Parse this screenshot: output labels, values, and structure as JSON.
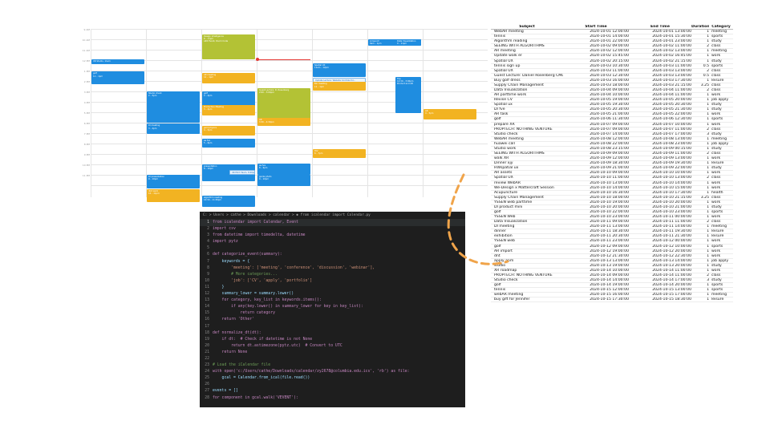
{
  "calendar": {
    "time_labels": [
      "9 AM",
      "10 AM",
      "11 AM",
      "12 PM",
      "1 PM",
      "2 PM",
      "3 PM",
      "4 PM",
      "5 PM",
      "6 PM",
      "7 PM",
      "8 PM",
      "9 PM",
      "10 PM",
      "11 PM"
    ],
    "events": [
      {
        "title": "Design Intelligence",
        "sub": "8 – 11pm",
        "sub2": "AIDI Event, Room Code",
        "color": "olive",
        "col": 2,
        "start": 0.5,
        "dur": 2.4
      },
      {
        "title": "XR Studio, 11am",
        "sub": "",
        "color": "blue",
        "col": 0,
        "start": 2.9,
        "dur": 0.5
      },
      {
        "title": "golf",
        "sub": "11 – 1pm",
        "color": "blue",
        "col": 0,
        "start": 4.1,
        "dur": 1.2
      },
      {
        "title": "AR meeting",
        "sub": "12 – 1pm",
        "color": "yellow",
        "col": 2,
        "start": 4.2,
        "dur": 1.0
      },
      {
        "title": "Spatial UX",
        "sub": "11am – 12pm",
        "color": "blue",
        "col": 4,
        "start": 3.3,
        "dur": 1.3
      },
      {
        "title": "Update Lecture: Website Controls for...",
        "sub": "",
        "color": "lightblue",
        "col": 4,
        "start": 4.7,
        "dur": 0.5
      },
      {
        "title": "Bio meeting",
        "sub": "12 – 1pm",
        "color": "yellow",
        "col": 4,
        "start": 5.1,
        "dur": 0.8
      },
      {
        "title": "Ai launch",
        "sub": "9am – 1pm",
        "color": "blue",
        "col": 5,
        "start": 1.0,
        "dur": 0.6
      },
      {
        "title": "Data Visualization",
        "sub": "9 – 11pm",
        "color": "blue",
        "col": 5,
        "start": 1.0,
        "dur": 0.6,
        "offset": 1
      },
      {
        "title": "Trip",
        "sub": "12:30 – 3:00pm",
        "sub2": "Product and AR",
        "color": "blue",
        "col": 5,
        "start": 4.6,
        "dur": 3.5,
        "offset": 1
      },
      {
        "title": "Studio check",
        "sub": "2 – 5pm",
        "color": "blue",
        "col": 1,
        "start": 6.0,
        "dur": 3.0
      },
      {
        "title": "golf",
        "sub": "2 – 4pm",
        "color": "blue",
        "col": 2,
        "start": 6.0,
        "dur": 2.0
      },
      {
        "title": "Guest Lecture: D. Rosenberg",
        "sub": "2:00 – 3:00pm",
        "color": "olive",
        "col": 3,
        "start": 5.7,
        "dur": 3.4
      },
      {
        "title": "Production Meeting",
        "sub": "3 – 4pm",
        "color": "yellow",
        "col": 2,
        "start": 7.3,
        "dur": 1.0
      },
      {
        "title": "AR",
        "sub": "3:30 – 4:30pm",
        "color": "yellow",
        "col": 3,
        "start": 8.5,
        "dur": 0.8
      },
      {
        "title": "AR",
        "sub": "4 – 5pm",
        "color": "yellow",
        "col": 6,
        "start": 7.7,
        "dur": 1.0
      },
      {
        "title": "DI meeting",
        "sub": "3 – 4pm",
        "color": "blue",
        "col": 1,
        "start": 9.1,
        "dur": 1.0
      },
      {
        "title": "gold physics",
        "sub": "4 – 5pm",
        "color": "yellow",
        "col": 2,
        "start": 9.3,
        "dur": 0.9
      },
      {
        "title": "ae fve",
        "sub": "5 – 6pm",
        "color": "blue",
        "col": 2,
        "start": 10.5,
        "dur": 0.9
      },
      {
        "title": "HIV",
        "sub": "6 – 7pm",
        "color": "yellow",
        "col": 4,
        "start": 11.5,
        "dur": 0.9
      },
      {
        "title": "presentation",
        "sub": "8 – 10pm",
        "color": "blue",
        "col": 2,
        "start": 13.0,
        "dur": 1.6
      },
      {
        "title": "XR Pitch Team, 8:00pm",
        "sub": "",
        "color": "lightblue",
        "col": 2,
        "start": 13.5,
        "dur": 0.5,
        "offset": 1
      },
      {
        "title": "ae fve",
        "sub": "8 – 9pm",
        "color": "blue",
        "col": 3,
        "start": 12.9,
        "dur": 1.1
      },
      {
        "title": "guide photo",
        "sub": "9 – 10pm",
        "color": "blue",
        "col": 3,
        "start": 14.0,
        "dur": 1.1
      },
      {
        "title": "DI presentation",
        "sub": "9 – 10pm",
        "color": "blue",
        "col": 1,
        "start": 14.0,
        "dur": 1.3
      },
      {
        "title": "dint work",
        "sub": "10 – 11pm",
        "color": "yellow",
        "col": 1,
        "start": 15.4,
        "dur": 1.2
      },
      {
        "title": "algorithm reading",
        "sub": "10:30 – 11:30pm",
        "color": "blue",
        "col": 2,
        "start": 16.0,
        "dur": 1.1
      }
    ]
  },
  "sheet": {
    "headers": [
      "Subject",
      "Start Time",
      "End Time",
      "Duration",
      "Category"
    ],
    "rows": [
      [
        "WebAR meeting",
        "2024-10-01 12:00:00",
        "2024-10-01 13:00:00",
        "1",
        "meeting"
      ],
      [
        "tennis",
        "2024-10-01 14:00:00",
        "2024-10-01 15:30:00",
        "1",
        "sports"
      ],
      [
        "Algorithm reading",
        "2024-10-01 22:00:00",
        "2024-10-01 23:00:00",
        "1",
        "study"
      ],
      [
        "SEEING WITH ALGORITHMS",
        "2024-10-02 09:00:00",
        "2024-10-02 11:00:00",
        "2",
        "class"
      ],
      [
        "AR meeting",
        "2024-10-02 12:00:00",
        "2024-10-02 13:00:00",
        "1",
        "meeting"
      ],
      [
        "Update walk er",
        "2024-10-02 15:45:00",
        "2024-10-02 16:45:00",
        "1",
        "work"
      ],
      [
        "Spatial UX",
        "2024-10-02 20:15:00",
        "2024-10-02 21:15:00",
        "1",
        "study"
      ],
      [
        "tennis sign up",
        "2024-10-03 10:30:00",
        "2024-10-03 11:00:00",
        "0.5",
        "sports"
      ],
      [
        "Spatial UX",
        "2024-10-03 11:00:00",
        "2024-10-03 13:00:00",
        "2",
        "class"
      ],
      [
        "Guest Lecture: Daniel Rosenberg CML",
        "2024-10-03 12:30:00",
        "2024-10-03 13:00:00",
        "0.5",
        "class"
      ],
      [
        "Buy golf dress",
        "2024-10-03 16:00:00",
        "2024-10-03 17:30:00",
        "1",
        "leisure"
      ],
      [
        "Supply Chain Management",
        "2024-10-03 18:00:00",
        "2024-10-03 21:15:00",
        "3.25",
        "class"
      ],
      [
        "Data Visualization",
        "2024-10-04 09:00:00",
        "2024-10-04 11:00:00",
        "2",
        "class"
      ],
      [
        "AR parttime work",
        "2024-10-04 10:00:00",
        "2024-10-04 11:00:00",
        "1",
        "work"
      ],
      [
        "Revise CV",
        "2024-10-05 19:00:00",
        "2024-10-05 20:00:00",
        "1",
        "job apply"
      ],
      [
        "Spatial ux",
        "2024-10-05 19:30:00",
        "2024-10-05 20:30:00",
        "1",
        "study"
      ],
      [
        "DI fve",
        "2024-10-05 20:30:00",
        "2024-10-05 21:30:00",
        "1",
        "study"
      ],
      [
        "AR task",
        "2024-10-05 21:00:00",
        "2024-10-05 22:00:00",
        "1",
        "work"
      ],
      [
        "golf",
        "2024-10-06 11:30:00",
        "2024-10-06 12:30:00",
        "1",
        "sports"
      ],
      [
        "prepare XR",
        "2024-10-07 09:00:00",
        "2024-10-07 10:00:00",
        "1",
        "work"
      ],
      [
        "PROPTECH: NOTHING VENTURE",
        "2024-10-07 09:00:00",
        "2024-10-07 11:00:00",
        "2",
        "class"
      ],
      [
        "Studio check",
        "2024-10-07 14:00:00",
        "2024-10-07 17:00:00",
        "3",
        "study"
      ],
      [
        "WebAR meeting",
        "2024-10-08 12:00:00",
        "2024-10-08 13:00:00",
        "1",
        "meeting"
      ],
      [
        "huawei call",
        "2024-10-08 22:00:00",
        "2024-10-08 23:00:00",
        "1",
        "job apply"
      ],
      [
        "Studio work",
        "2024-10-08 23:15:00",
        "2024-10-09 00:15:00",
        "1",
        "study"
      ],
      [
        "SEEING WITH ALGORITHMS",
        "2024-10-09 09:00:00",
        "2024-10-09 11:00:00",
        "2",
        "class"
      ],
      [
        "walk XR",
        "2024-10-09 12:00:00",
        "2024-10-09 13:00:00",
        "1",
        "work"
      ],
      [
        "Dinner xjy",
        "2024-10-09 18:30:00",
        "2024-10-09 19:30:00",
        "1",
        "leisure"
      ],
      [
        "HWspatial ux",
        "2024-10-09 21:00:00",
        "2024-10-09 22:00:00",
        "1",
        "study"
      ],
      [
        "AR assets",
        "2024-10-10 09:00:00",
        "2024-10-10 10:00:00",
        "1",
        "work"
      ],
      [
        "Spatial UX",
        "2024-10-10 11:00:00",
        "2024-10-10 13:00:00",
        "2",
        "class"
      ],
      [
        "review WebAR",
        "2024-10-10 13:00:00",
        "2024-10-10 14:00:00",
        "1",
        "work"
      ],
      [
        "We-Design x Mattercraft Session",
        "2024-10-10 14:00:00",
        "2024-10-10 15:00:00",
        "1",
        "work"
      ],
      [
        "Acupuncture",
        "2024-10-10 16:30:00",
        "2024-10-10 17:30:00",
        "1",
        "health"
      ],
      [
        "Supply Chain Management",
        "2024-10-10 18:00:00",
        "2024-10-10 21:15:00",
        "3.25",
        "class"
      ],
      [
        "YSSEN web parttime",
        "2024-10-10 19:00:00",
        "2024-10-10 20:00:00",
        "1",
        "work"
      ],
      [
        "DI product mini",
        "2024-10-10 20:00:00",
        "2024-10-10 21:00:00",
        "1",
        "study"
      ],
      [
        "golf",
        "2024-10-10 22:00:00",
        "2024-10-10 23:00:00",
        "1",
        "sports"
      ],
      [
        "YSSEN Web",
        "2024-10-10 23:00:00",
        "2024-10-11 00:00:00",
        "1",
        "work"
      ],
      [
        "Data Visualization",
        "2024-10-11 09:00:00",
        "2024-10-11 11:00:00",
        "2",
        "class"
      ],
      [
        "DI meeting",
        "2024-10-11 13:00:00",
        "2024-10-11 14:00:00",
        "1",
        "meeting"
      ],
      [
        "dinner",
        "2024-10-11 18:30:00",
        "2024-10-11 19:30:00",
        "1",
        "leisure"
      ],
      [
        "exhibition",
        "2024-10-11 20:30:00",
        "2024-10-11 21:30:00",
        "1",
        "leisure"
      ],
      [
        "YSSEN web",
        "2024-10-11 23:00:00",
        "2024-10-12 00:00:00",
        "1",
        "work"
      ],
      [
        "golf",
        "2024-10-12 09:00:00",
        "2024-10-12 10:00:00",
        "1",
        "sports"
      ],
      [
        "AR import",
        "2024-10-12 19:00:00",
        "2024-10-12 20:00:00",
        "1",
        "work"
      ],
      [
        "dnt",
        "2024-10-12 21:30:00",
        "2024-10-12 22:30:00",
        "1",
        "work"
      ],
      [
        "apply apm",
        "2024-10-13 13:00:00",
        "2024-10-13 14:00:00",
        "1",
        "job apply"
      ],
      [
        "studio",
        "2024-10-13 19:00:00",
        "2024-10-13 20:00:00",
        "1",
        "study"
      ],
      [
        "XR roadmap",
        "2024-10-14 10:00:00",
        "2024-10-14 11:00:00",
        "1",
        "work"
      ],
      [
        "PROPTECH: NOTHING VENTURE",
        "2024-10-14 09:00:00",
        "2024-10-14 11:00:00",
        "2",
        "class"
      ],
      [
        "Studio check",
        "2024-10-14 14:00:00",
        "2024-10-14 17:00:00",
        "3",
        "study"
      ],
      [
        "golf",
        "2024-10-14 19:00:00",
        "2024-10-14 20:00:00",
        "1",
        "sports"
      ],
      [
        "tennis",
        "2024-10-15 12:00:00",
        "2024-10-15 13:00:00",
        "1",
        "sports"
      ],
      [
        "webAR meeting",
        "2024-10-15 16:00:00",
        "2024-10-15 17:00:00",
        "1",
        "meeting"
      ],
      [
        "buy gift for Jennifer",
        "2024-10-15 17:30:00",
        "2024-10-15 18:30:00",
        "1",
        "leisure"
      ]
    ]
  },
  "editor": {
    "breadcrumb": "C: > Users > cathe > Downloads > calendar > ◆ from icalendar import Calendar.py",
    "lines": [
      "from icalendar import Calendar, Event",
      "import csv",
      "from datetime import timedelta, datetime",
      "import pytz",
      "",
      "def categorize_event(summary):",
      "    keywords = {",
      "        'meeting': ['meeting', 'conference', 'discussion', 'webinar'],",
      "        # More categories...",
      "        'job': ['CV', 'apply', 'portfolio']",
      "    }",
      "    summary_lower = summary.lower()",
      "    for category, key_list in keywords.items():",
      "        if any(key.lower() in summary_lower for key in key_list):",
      "            return category",
      "    return 'Other'",
      "",
      "def normalize_dt(dt):",
      "    if dt:  # Check if datetime is not None",
      "        return dt.astimezone(pytz.utc)  # Convert to UTC",
      "    return None",
      "",
      "# Load the iCalendar file",
      "with open('c:/Users/cathe/Downloads/calendar/zy2678@columbia.edu.ics', 'rb') as file:",
      "    gcal = Calendar.from_ical(file.read())",
      "",
      "events = []",
      "for component in gcal.walk('VEVENT'):"
    ],
    "active_line": 1
  },
  "colors": {
    "accent_arrow": "#f0a44a",
    "event_blue": "#1f8de0",
    "event_olive": "#b3c235",
    "event_yellow": "#f2b322"
  }
}
